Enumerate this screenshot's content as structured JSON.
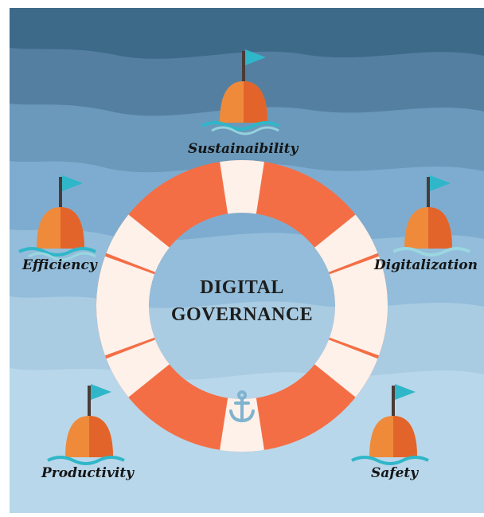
{
  "title": {
    "line1": "DIGITAL",
    "line2": "GOVERNANCE"
  },
  "pillars": [
    {
      "id": "sustainability",
      "label": "Sustainaibility"
    },
    {
      "id": "efficiency",
      "label": "Efficiency"
    },
    {
      "id": "digitalization",
      "label": "Digitalization"
    },
    {
      "id": "productivity",
      "label": "Productivity"
    },
    {
      "id": "safety",
      "label": "Safety"
    }
  ],
  "icons": {
    "center": "anchor-icon",
    "buoy": "buoy-icon",
    "ring": "lifebuoy-ring"
  },
  "colors": {
    "sea_dark": "#3e6a8a",
    "sea_mid": "#6a99bb",
    "sea_light": "#b9d7ea",
    "ring_red": "#f46e45",
    "ring_white": "#fdf1ea",
    "buoy_orange": "#ef8a3a",
    "buoy_shadow": "#e2642a",
    "flag": "#2fb7c9",
    "anchor": "#7fb3cf"
  }
}
